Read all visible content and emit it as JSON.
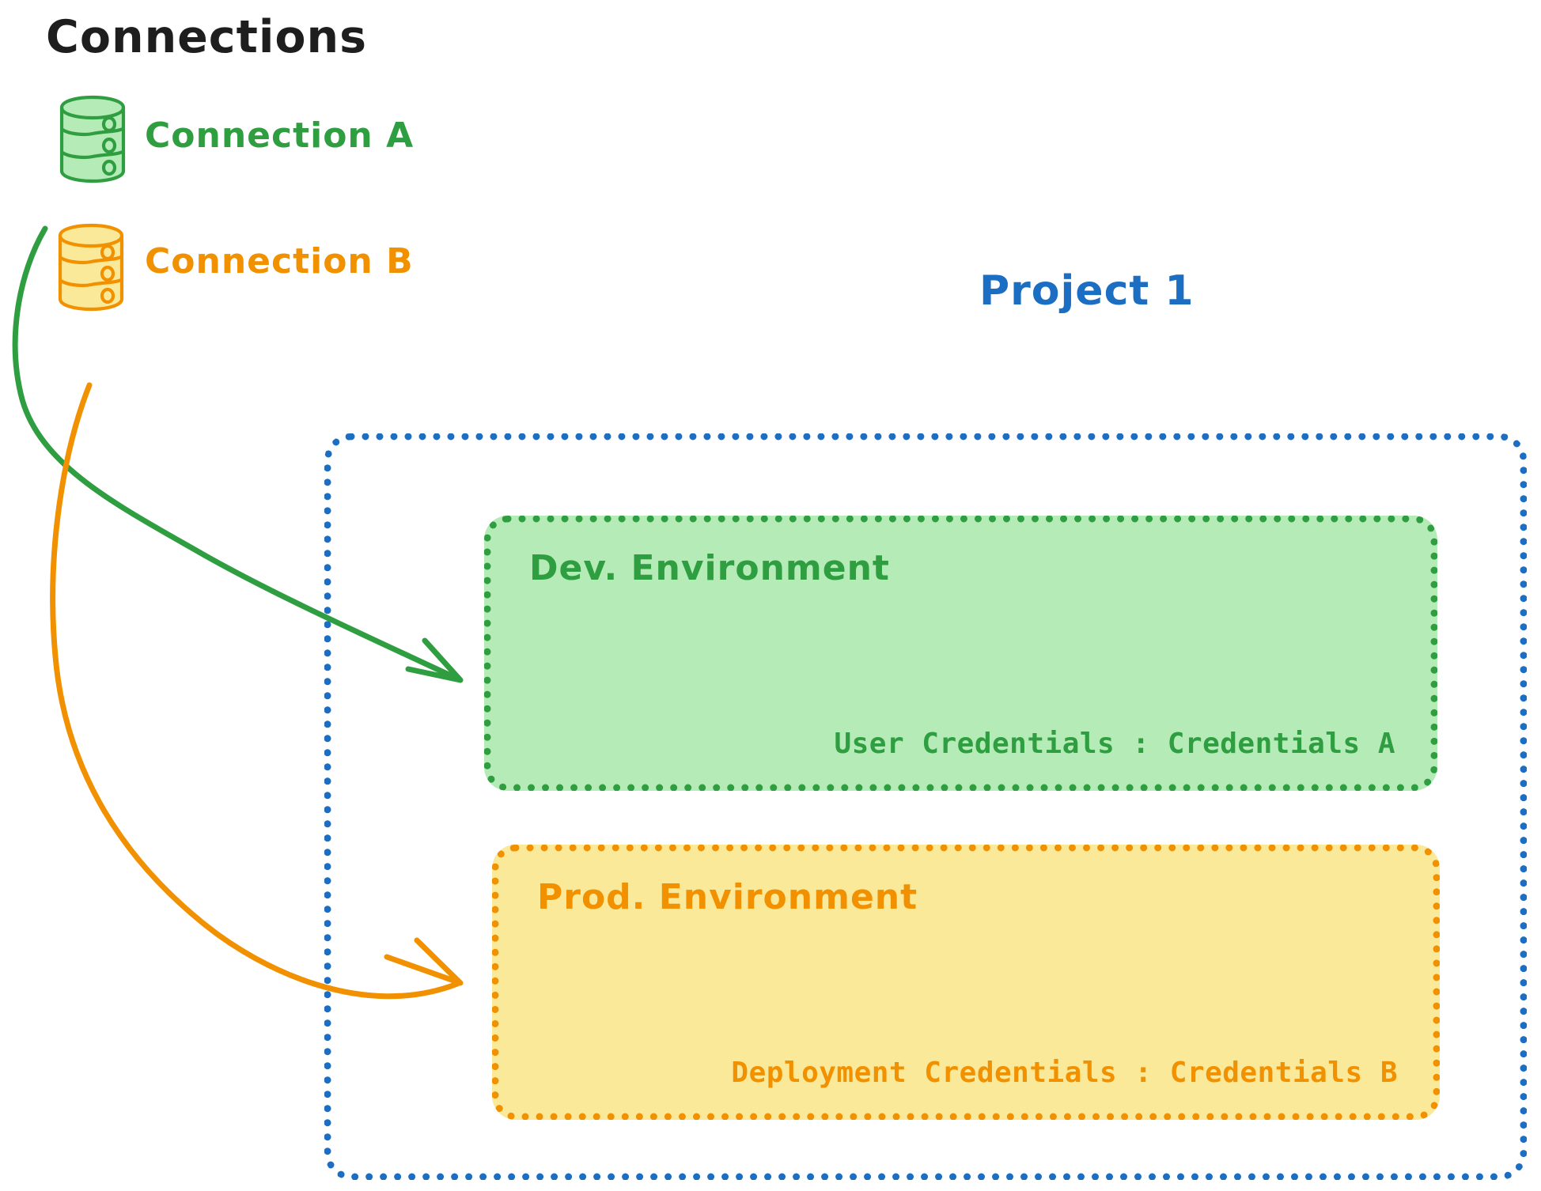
{
  "page": {
    "title": "Connections",
    "background": "#ffffff"
  },
  "colors": {
    "green_stroke": "#2f9e41",
    "green_fill": "#b4ebb7",
    "orange_stroke": "#f29100",
    "orange_fill": "#fbe99a",
    "blue_stroke": "#1b6ec2",
    "text_black": "#1e1e1e"
  },
  "connections": {
    "heading": "Connections",
    "items": [
      {
        "id": "connection-a",
        "label": "Connection A",
        "icon": "database-cylinder-icon",
        "color": "#2f9e41"
      },
      {
        "id": "connection-b",
        "label": "Connection B",
        "icon": "database-cylinder-icon",
        "color": "#f29100"
      }
    ]
  },
  "project": {
    "label": "Project 1",
    "color": "#1b6ec2",
    "environments": [
      {
        "id": "dev-environment",
        "title": "Dev. Environment",
        "credentials_label": "User Credentials",
        "credentials_separator": ":",
        "credentials_value": "Credentials A",
        "credentials_text": "User Credentials : Credentials A",
        "stroke": "#2f9e41",
        "fill": "#b4ebb7"
      },
      {
        "id": "prod-environment",
        "title": "Prod. Environment",
        "credentials_label": "Deployment Credentials",
        "credentials_separator": ":",
        "credentials_value": "Credentials B",
        "credentials_text": "Deployment Credentials : Credentials B",
        "stroke": "#f29100",
        "fill": "#fbe99a"
      }
    ]
  },
  "arrows": [
    {
      "id": "arrow-connection-a-to-dev",
      "from": "connection-a",
      "to": "dev-environment",
      "color": "#2f9e41"
    },
    {
      "id": "arrow-connection-b-to-prod",
      "from": "connection-b",
      "to": "prod-environment",
      "color": "#f29100"
    }
  ]
}
